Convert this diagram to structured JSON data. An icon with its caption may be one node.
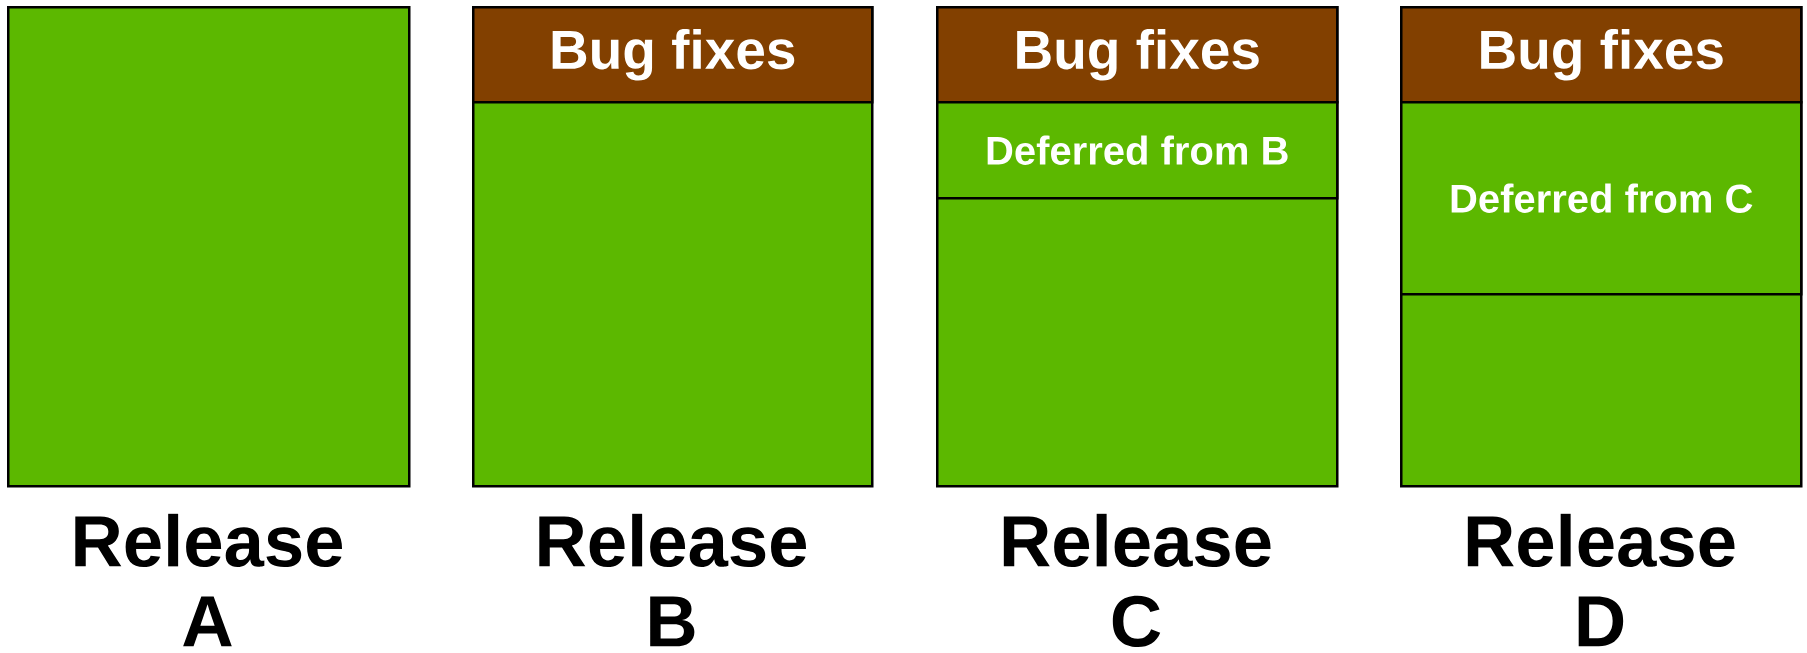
{
  "diagram": {
    "nodes": [
      {
        "text": [],
        "shape": "box",
        "beside": [
          "Release A"
        ]
      },
      {
        "text": [],
        "shape": "box",
        "beside": [
          "Release B"
        ]
      },
      {
        "text": [
          "Bug fixes"
        ],
        "in": 1
      },
      {
        "text": [],
        "shape": "box",
        "beside": [
          "Release C"
        ]
      },
      {
        "text": [
          "Bug fixes"
        ],
        "in": 3
      },
      {
        "text": [
          "Deferred from B"
        ],
        "in": 3
      },
      {
        "text": [],
        "shape": "box",
        "beside": [
          "Release D"
        ]
      },
      {
        "text": [
          "Bug fixes"
        ],
        "in": 6
      },
      {
        "text": [
          "Deferred from C"
        ],
        "in": 6
      }
    ]
  }
}
